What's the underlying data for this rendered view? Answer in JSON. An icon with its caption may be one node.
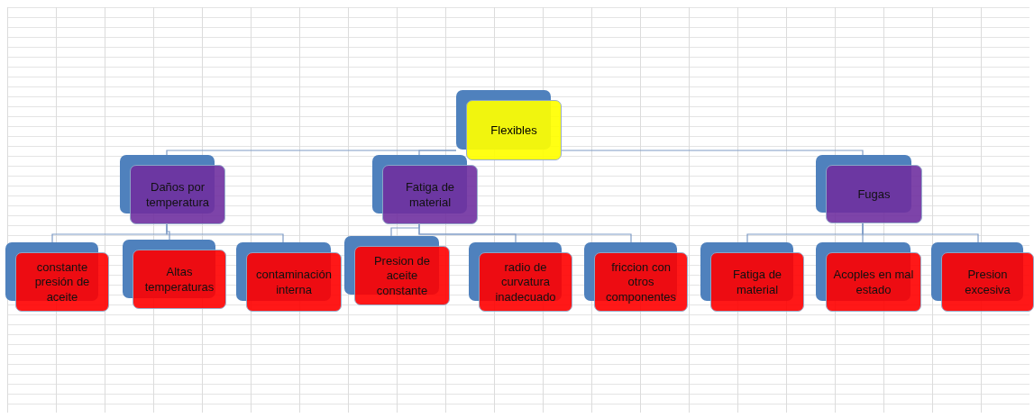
{
  "diagram": {
    "nodes": [
      {
        "text": [
          "Flexibles"
        ]
      },
      {
        "text": [
          "Daños por temperatura"
        ]
      },
      {
        "text": [
          "Fatiga de material"
        ]
      },
      {
        "text": [
          "Fugas"
        ]
      },
      {
        "text": [
          "constante presión de aceite"
        ]
      },
      {
        "text": [
          "Altas temperaturas"
        ]
      },
      {
        "text": [
          "contaminación interna"
        ]
      },
      {
        "text": [
          "Presion de aceite constante"
        ]
      },
      {
        "text": [
          "radio de curvatura inadecuado"
        ]
      },
      {
        "text": [
          "friccion con otros componentes"
        ]
      },
      {
        "text": [
          "Fatiga de material"
        ]
      },
      {
        "text": [
          "Acoples en mal estado"
        ]
      },
      {
        "text": [
          "Presion excesiva"
        ]
      }
    ],
    "edges": [
      {
        "from": 0,
        "to": 1,
        "arrow": "none"
      },
      {
        "from": 0,
        "to": 2,
        "arrow": "none"
      },
      {
        "from": 0,
        "to": 3,
        "arrow": "none"
      },
      {
        "from": 1,
        "to": 4,
        "arrow": "none"
      },
      {
        "from": 1,
        "to": 5,
        "arrow": "none"
      },
      {
        "from": 1,
        "to": 6,
        "arrow": "none"
      },
      {
        "from": 2,
        "to": 7,
        "arrow": "none"
      },
      {
        "from": 2,
        "to": 8,
        "arrow": "none"
      },
      {
        "from": 2,
        "to": 9,
        "arrow": "none"
      },
      {
        "from": 3,
        "to": 10,
        "arrow": "none"
      },
      {
        "from": 3,
        "to": 11,
        "arrow": "none"
      },
      {
        "from": 3,
        "to": 12,
        "arrow": "none"
      }
    ]
  }
}
